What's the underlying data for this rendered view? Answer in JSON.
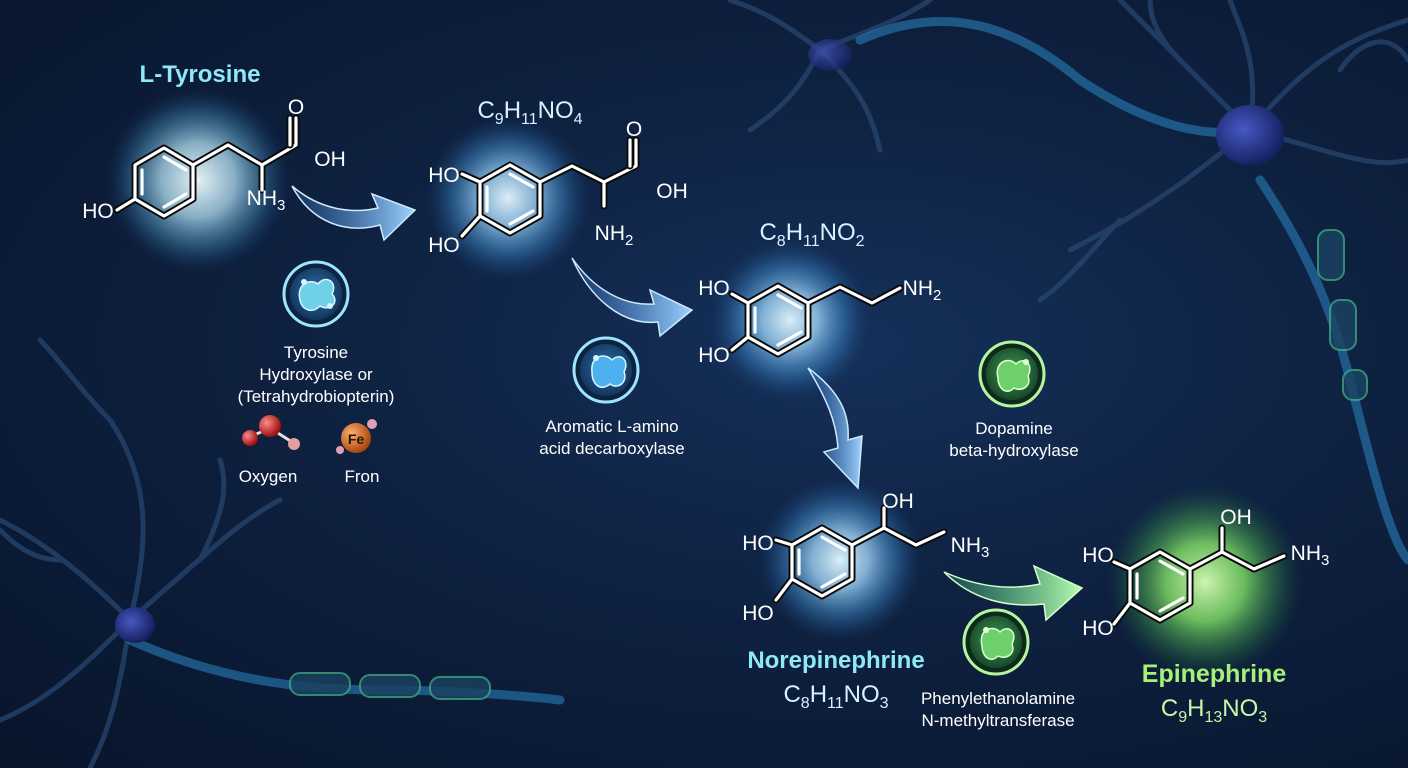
{
  "colors": {
    "background": "#0b1a33",
    "glow_blue": "#bfe9ff",
    "glow_green": "#8cf06a",
    "arrow_blue": "#6fb7ff",
    "arrow_green": "#7cf08a",
    "title_cyan": "#8fe8f8",
    "title_green": "#a6f07a"
  },
  "molecules": {
    "tyrosine": {
      "title": "L-Tyrosine",
      "substituents": {
        "ho": "HO",
        "o": "O",
        "oh": "OH",
        "nh": "NH",
        "nh_sub": "3"
      }
    },
    "ldopa": {
      "formula": {
        "c": "C",
        "c_sub": "9",
        "h": "H",
        "h_sub": "11",
        "rest": "NO",
        "rest_sub": "4"
      },
      "substituents": {
        "ho1": "HO",
        "ho2": "HO",
        "o": "O",
        "oh": "OH",
        "nh": "NH",
        "nh_sub": "2"
      }
    },
    "dopamine": {
      "formula": {
        "c": "C",
        "c_sub": "8",
        "h": "H",
        "h_sub": "11",
        "rest": "NO",
        "rest_sub": "2"
      },
      "substituents": {
        "ho1": "HO",
        "ho2": "HO",
        "nh": "NH",
        "nh_sub": "2"
      }
    },
    "norepinephrine": {
      "title": "Norepinephrine",
      "formula": {
        "c": "C",
        "c_sub": "8",
        "h": "H",
        "h_sub": "11",
        "rest": "NO",
        "rest_sub": "3"
      },
      "substituents": {
        "ho1": "HO",
        "ho2": "HO",
        "oh": "OH",
        "nh": "NH",
        "nh_sub": "3"
      }
    },
    "epinephrine": {
      "title": "Epinephrine",
      "formula": {
        "c": "C",
        "c_sub": "9",
        "h": "H",
        "h_sub": "13",
        "rest": "NO",
        "rest_sub": "3"
      },
      "substituents": {
        "ho1": "HO",
        "ho2": "HO",
        "oh": "OH",
        "nh": "NH",
        "nh_sub": "3"
      }
    }
  },
  "enzymes": {
    "tyrosine_hydroxylase": {
      "lines": [
        "Tyrosine",
        "Hydroxylase or",
        "(Tetrahydrobiopterin)"
      ],
      "icon": "enzyme-protein-icon"
    },
    "cofactors": {
      "oxygen": "Oxygen",
      "iron": "Fron",
      "iron_symbol": "Fe"
    },
    "aadc": {
      "lines": [
        "Aromatic L-amino",
        "acid decarboxylase"
      ],
      "icon": "enzyme-protein-icon"
    },
    "dbh": {
      "lines": [
        "Dopamine",
        "beta-hydroxylase"
      ],
      "icon": "enzyme-protein-icon"
    },
    "pnmt": {
      "lines": [
        "Phenylethanolamine",
        "N-methyltransferase"
      ],
      "icon": "enzyme-protein-icon"
    }
  },
  "background_icons": [
    "neuron-icon",
    "axon-icon"
  ]
}
